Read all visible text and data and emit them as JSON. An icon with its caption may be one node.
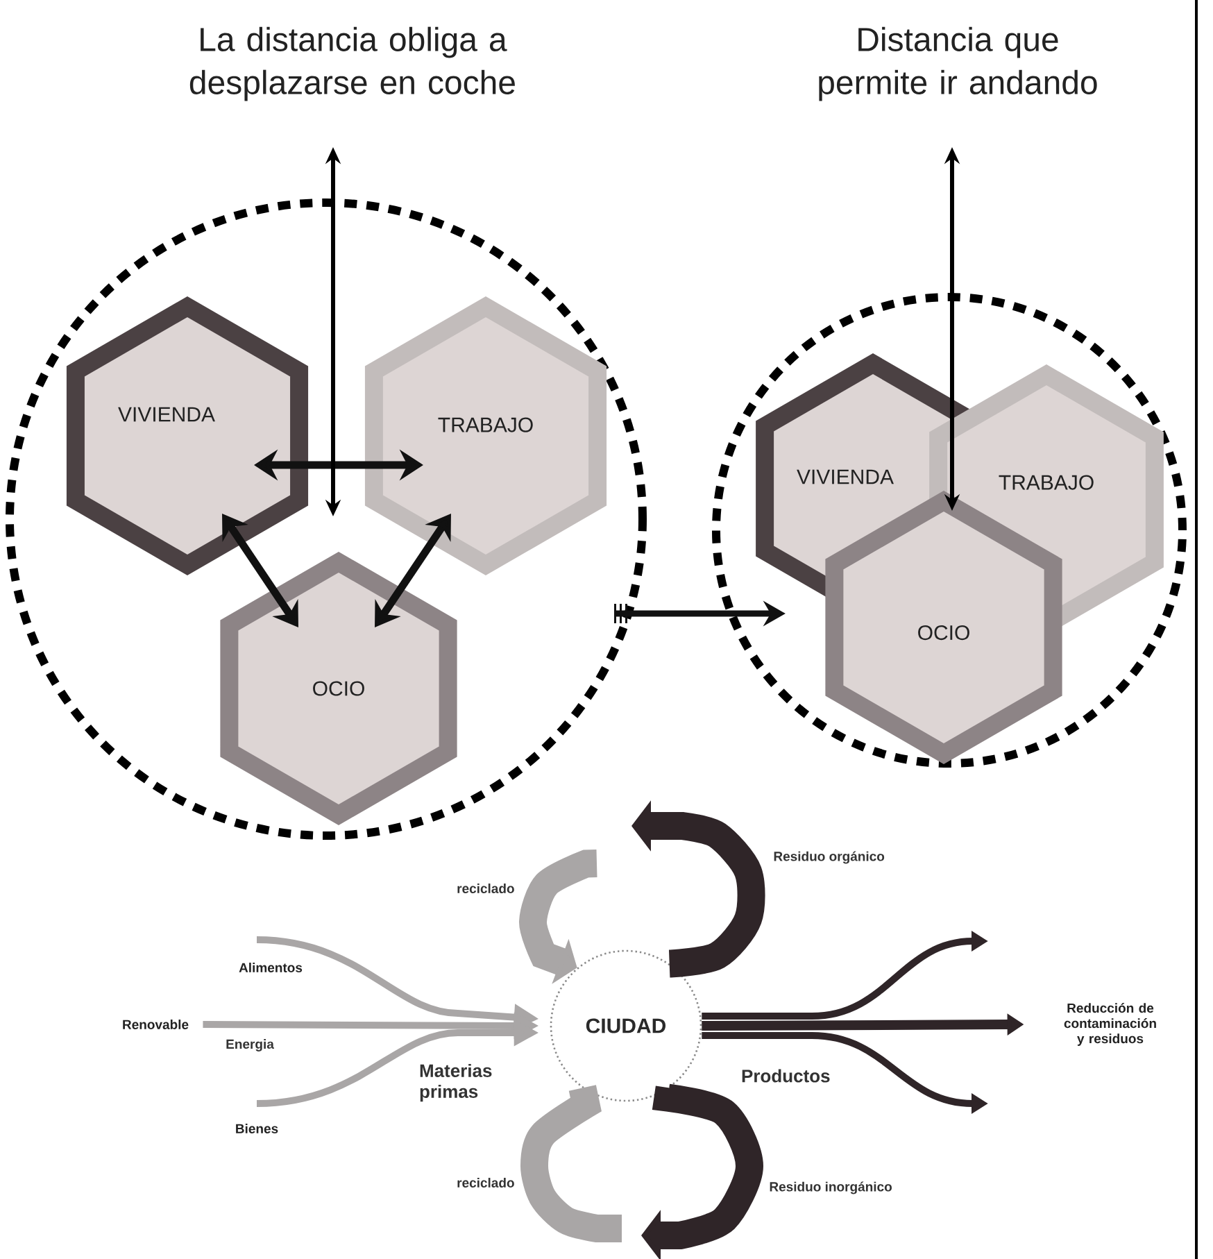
{
  "diagram": {
    "nodes": [
      {
        "text": [],
        "shape": "circle"
      },
      {
        "text": [
          "VIVIENDA"
        ],
        "in": 0
      },
      {
        "text": [
          "TRABAJO"
        ],
        "in": 0
      },
      {
        "text": [
          "OCIO"
        ],
        "in": 0
      },
      {
        "text": [],
        "shape": "circle"
      },
      {
        "text": [
          "VIVIENDA"
        ],
        "in": 4
      },
      {
        "text": [
          "TRABAJO"
        ],
        "in": 4
      },
      {
        "text": [
          "OCIO"
        ],
        "in": 4
      },
      {
        "text": [
          "CIUDAD"
        ]
      },
      {
        "text": [
          "Alimentos"
        ]
      },
      {
        "text": [
          "Renovable"
        ]
      },
      {
        "text": [
          "Bienes"
        ]
      },
      {
        "text": [
          "Reducción de contaminación y residuos"
        ]
      }
    ],
    "edges": [
      {
        "from": 1,
        "to": 2,
        "arrow": "both",
        "color": "#111111"
      },
      {
        "from": 1,
        "to": 3,
        "arrow": "both",
        "color": "#111111"
      },
      {
        "from": 2,
        "to": 3,
        "arrow": "both",
        "color": "#111111"
      },
      {
        "from": 0,
        "to": 4,
        "arrow": "to",
        "color": "#111111"
      },
      {
        "from": 9,
        "to": 8,
        "arrow": "to",
        "color": "#a9a6a6"
      },
      {
        "from": 10,
        "to": 8,
        "arrow": "to",
        "label": "Energia",
        "color": "#a9a6a6"
      },
      {
        "from": 11,
        "to": 8,
        "arrow": "to",
        "color": "#a9a6a6"
      },
      {
        "from": 8,
        "to": 12,
        "arrow": "to",
        "color": "#2f2528"
      },
      {
        "from": 8,
        "to": null,
        "arrow": "to",
        "color": "#2f2528"
      },
      {
        "from": 8,
        "to": null,
        "arrow": "to",
        "color": "#2f2528"
      },
      {
        "from": 8,
        "to": null,
        "arrow": "to",
        "label": "Residuo orgánico",
        "style": "thick",
        "color": "#2f2528"
      },
      {
        "from": null,
        "to": 8,
        "arrow": "to",
        "label": "reciclado",
        "style": "thick",
        "color": "#a9a6a6"
      },
      {
        "from": 8,
        "to": null,
        "arrow": "to",
        "label": "Residuo inorgánico",
        "style": "thick",
        "color": "#2f2528"
      },
      {
        "from": 8,
        "to": null,
        "arrow": "none",
        "label": "reciclado",
        "style": "thick",
        "color": "#a9a6a6"
      }
    ],
    "labels": [
      "La distancia obliga a desplazarse en coche",
      "Distancia que permite ir andando",
      "Materias primas",
      "Productos"
    ]
  }
}
